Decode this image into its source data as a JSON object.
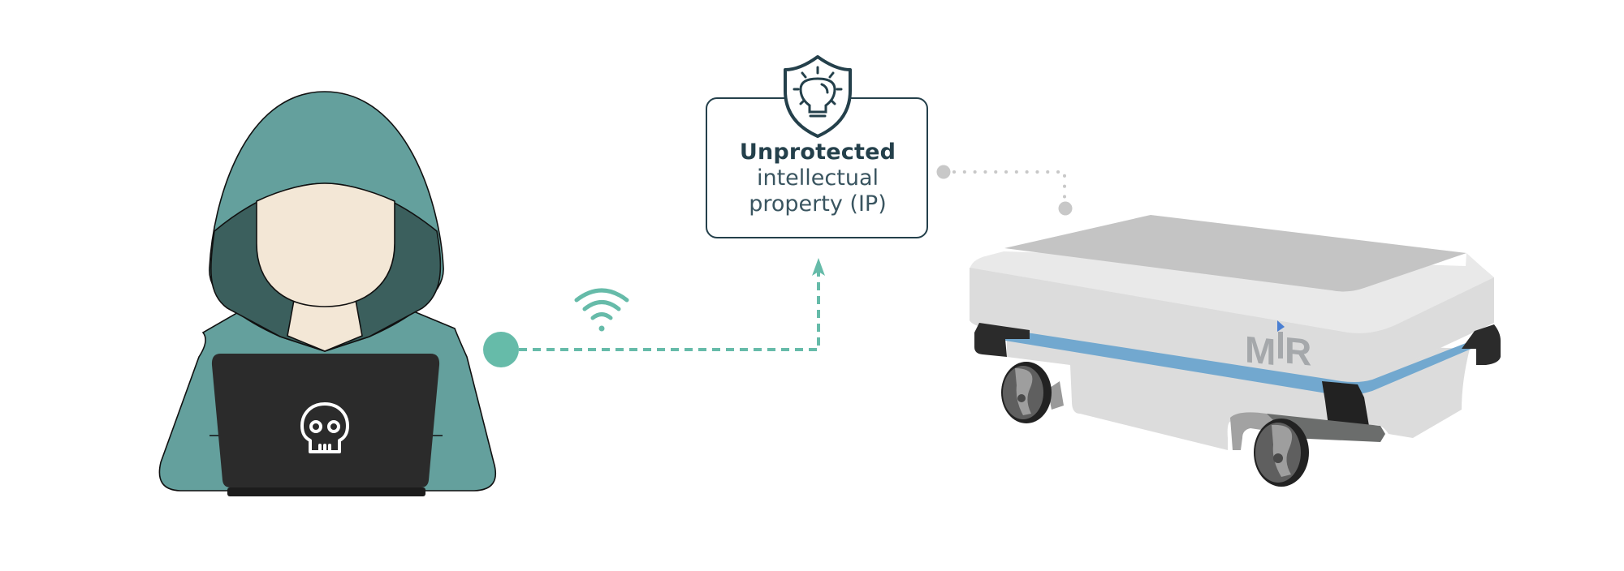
{
  "diagram": {
    "title_card": {
      "line1": "Unprotected",
      "line2": "intellectual",
      "line3": "property (IP)",
      "icon": "shield-lightbulb-icon"
    },
    "actors": {
      "attacker": {
        "label": "hooded hacker with laptop",
        "laptop_icon": "skull-icon"
      },
      "robot": {
        "label": "autonomous mobile robot",
        "brand_mark": "MiR"
      }
    },
    "connectors": {
      "attack_path": {
        "style": "dashed",
        "icon": "wifi-icon",
        "direction": "attacker-to-ip"
      },
      "ip_link": {
        "style": "dotted",
        "direction": "ip-to-robot"
      }
    },
    "colors": {
      "teal_accent": "#66bba9",
      "hood_teal": "#64a09d",
      "hood_inner": "#3b5f5d",
      "skin": "#f3e7d6",
      "laptop": "#2b2b2b",
      "card_border": "#24404b",
      "dotted_gray": "#c8c8c8",
      "robot_blue": "#72a8cf",
      "robot_light": "#dcdcdc",
      "robot_top": "#c4c4c4"
    }
  }
}
